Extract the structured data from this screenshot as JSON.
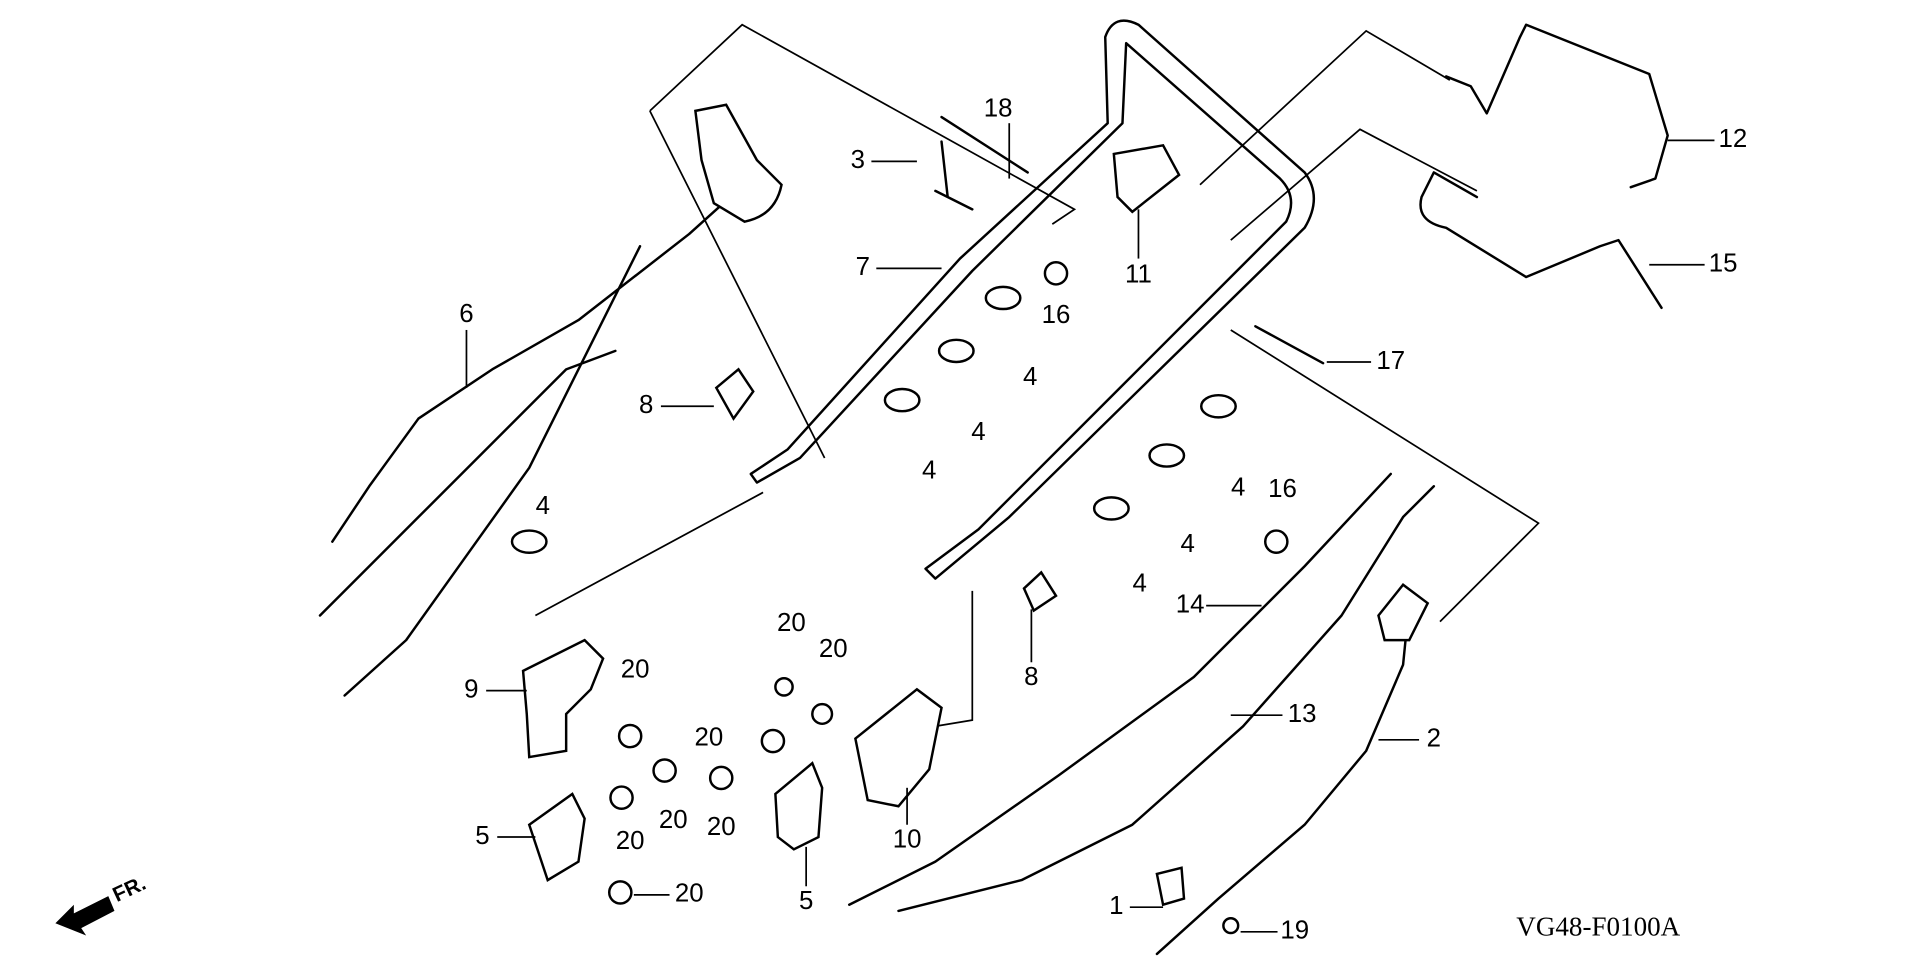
{
  "diagram_code": "VG48-F0100A",
  "direction_marker": "FR.",
  "callouts": {
    "c1": "1",
    "c2": "2",
    "c3": "3",
    "c4": "4",
    "c5": "5",
    "c6": "6",
    "c7": "7",
    "c8": "8",
    "c9": "9",
    "c10": "10",
    "c11": "11",
    "c12": "12",
    "c13": "13",
    "c14": "14",
    "c15": "15",
    "c16": "16",
    "c17": "17",
    "c18": "18",
    "c19": "19",
    "c20": "20"
  },
  "colors": {
    "line": "#000000",
    "background": "#ffffff"
  }
}
